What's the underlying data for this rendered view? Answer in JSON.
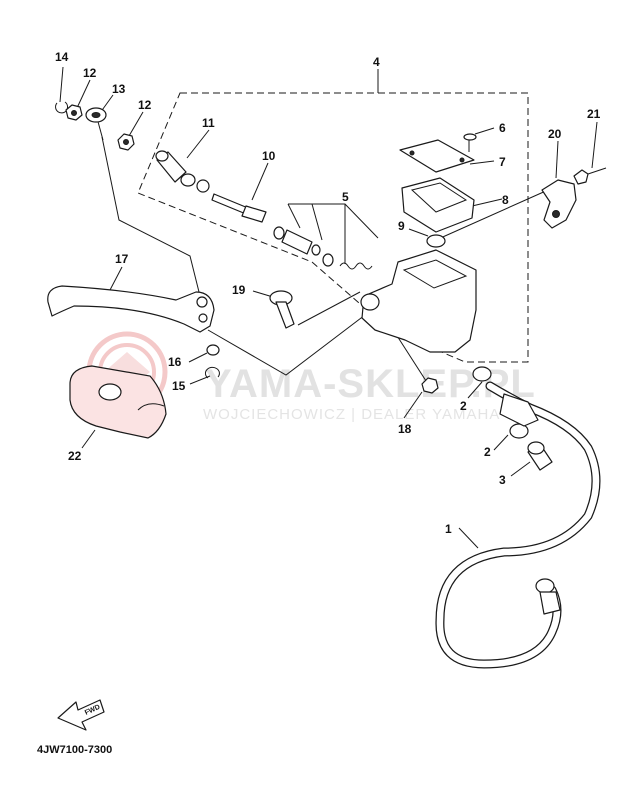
{
  "diagram": {
    "callouts": [
      {
        "id": "14",
        "label": "14"
      },
      {
        "id": "12a",
        "label": "12"
      },
      {
        "id": "13",
        "label": "13"
      },
      {
        "id": "12b",
        "label": "12"
      },
      {
        "id": "4",
        "label": "4"
      },
      {
        "id": "11",
        "label": "11"
      },
      {
        "id": "10",
        "label": "10"
      },
      {
        "id": "6",
        "label": "6"
      },
      {
        "id": "7",
        "label": "7"
      },
      {
        "id": "8",
        "label": "8"
      },
      {
        "id": "20",
        "label": "20"
      },
      {
        "id": "21",
        "label": "21"
      },
      {
        "id": "5",
        "label": "5"
      },
      {
        "id": "9",
        "label": "9"
      },
      {
        "id": "17",
        "label": "17"
      },
      {
        "id": "19",
        "label": "19"
      },
      {
        "id": "16",
        "label": "16"
      },
      {
        "id": "15",
        "label": "15"
      },
      {
        "id": "22",
        "label": "22"
      },
      {
        "id": "18",
        "label": "18"
      },
      {
        "id": "2a",
        "label": "2"
      },
      {
        "id": "2b",
        "label": "2"
      },
      {
        "id": "3",
        "label": "3"
      },
      {
        "id": "1",
        "label": "1"
      }
    ],
    "watermark": {
      "main": "YAMA-SKLEP.PL",
      "sub": "WOJCIECHOWICZ | DEALER YAMAHA"
    },
    "fwd_label": "FWD",
    "diagram_code": "4JW7100-7300"
  },
  "colors": {
    "line": "#1a1a1a",
    "watermark": "#e2e2e2",
    "watermark_logo": "#f4c9c9",
    "guard_fill": "#fbe3e3"
  }
}
